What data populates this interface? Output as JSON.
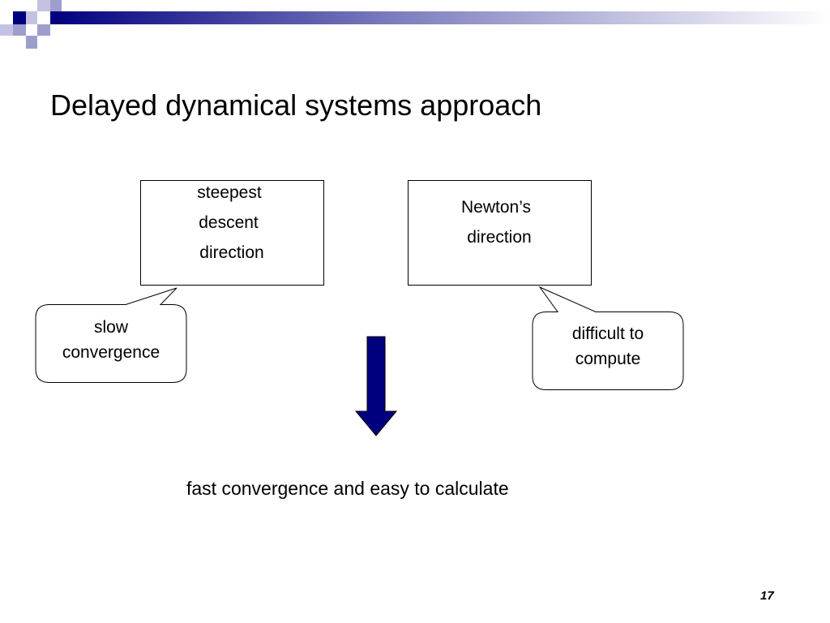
{
  "slide": {
    "title": "Delayed dynamical systems approach",
    "boxes": [
      {
        "lines": [
          "steepest",
          "descent",
          "direction"
        ]
      },
      {
        "lines": [
          "Newton’s",
          "direction"
        ]
      }
    ],
    "callouts": [
      {
        "lines": [
          "slow",
          "convergence"
        ]
      },
      {
        "lines": [
          "difficult to",
          "compute"
        ]
      }
    ],
    "result": "fast convergence and easy to calculate",
    "page_number": "17",
    "colors": {
      "accent": "#00007f",
      "check_light": "#c3c3e1",
      "check_mid": "#9e9ece",
      "text": "#000000",
      "border": "#000000"
    },
    "icons": [
      "down-arrow-icon"
    ]
  }
}
